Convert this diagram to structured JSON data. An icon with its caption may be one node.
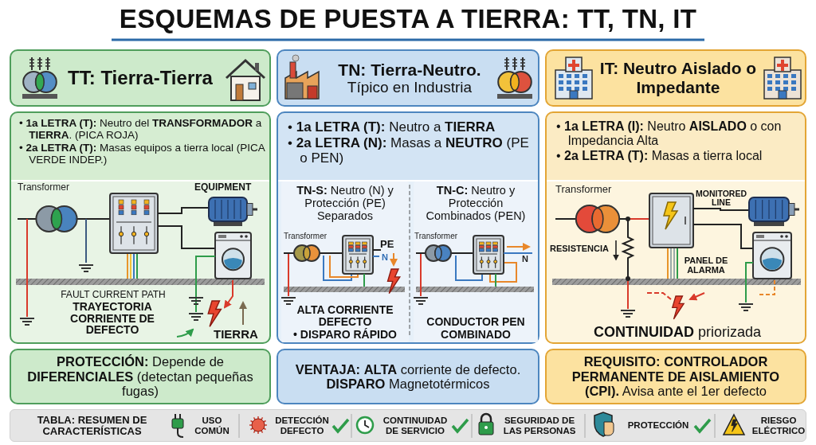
{
  "diagram": {
    "title": "ESQUEMAS DE PUESTA A TIERRA: TT, TN, IT",
    "nodes": [
      {
        "text": [
          "TT: Tierra-Tierra"
        ]
      },
      {
        "text": [
          "• **1a LETRA (T):** Neutro del **TRANSFORMADOR** a **TIERRA**. (PICA ROJA)",
          "• **2a LETRA (T):** Masas equipos a tierra local (PICA VERDE INDEP.)"
        ]
      },
      {
        "text": [
          "**PROTECCIÓN:** Depende de **DIFERENCIALES** (detectan pequeñas fugas)"
        ]
      },
      {
        "text": [
          "TN: Tierra-Neutro.",
          "Típico en Industria"
        ]
      },
      {
        "text": [
          "• **1a LETRA (T):** Neutro a **TIERRA**",
          "• **2a LETRA (N):** Masas a **NEUTRO** (PE o PEN)"
        ]
      },
      {
        "text": [
          "**TN-S:** Neutro (N) y Protección (PE) Separados",
          "ALTA CORRIENTE DEFECTO",
          "• DISPARO RÁPIDO"
        ],
        "in": 4
      },
      {
        "text": [
          "**TN-C:** Neutro y Protección Combinados (PEN)",
          "CONDUCTOR PEN COMBINADO"
        ],
        "in": 4
      },
      {
        "text": [
          "**VENTAJA:** **ALTA** corriente de defecto. **DISPARO** Magnetotérmicos"
        ]
      },
      {
        "text": [
          "IT: Neutro Aislado o Impedante"
        ]
      },
      {
        "text": [
          "• **1a LETRA (I):** Neutro **AISLADO** o con Impedancia Alta",
          "• **2a LETRA (T):** Masas a tierra local"
        ]
      },
      {
        "text": [
          "**REQUISITO: CONTROLADOR PERMANENTE DE AISLAMIENTO (CPI).** Avisa ante el 1er defecto"
        ]
      },
      {
        "text": [
          "TABLA: RESUMEN DE CARACTERÍSTICAS",
          "USO COMÚN",
          "DETECCIÓN DEFECTO",
          "CONTINUIDAD DE SERVICIO",
          "SEGURIDAD DE LAS PERSONAS",
          "PROTECCIÓN",
          "RIESGO ELÉCTRICO"
        ]
      }
    ],
    "labels": [
      "Transformer",
      "EQUIPMENT",
      "FAULT CURRENT PATH",
      "TRAYECTORIA CORRIENTE DE DEFECTO",
      "TIERRA",
      "Transformer",
      "PE",
      "N",
      "Transformer",
      "N",
      "Transformer",
      "MONITORED LINE",
      "RESISTENCIA",
      "PANEL DE ALARMA",
      "**CONTINUIDAD** priorizada"
    ]
  }
}
